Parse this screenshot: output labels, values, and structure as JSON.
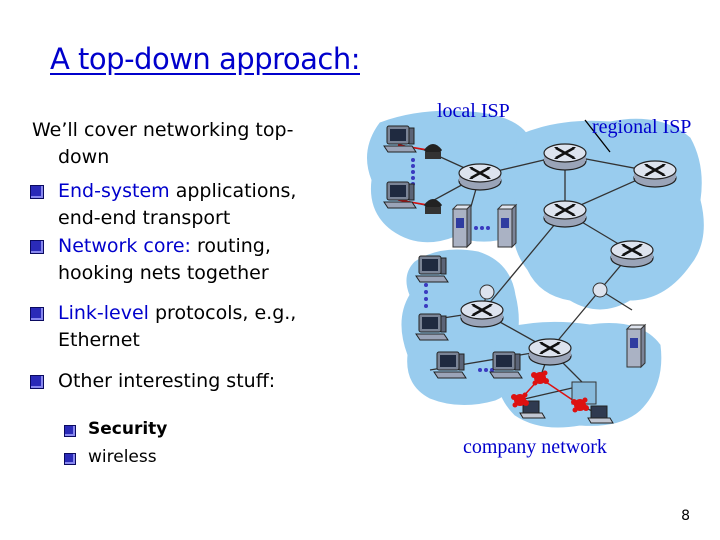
{
  "slide": {
    "title": "A top-down approach:",
    "intro_line1": "We’ll cover networking top-",
    "intro_line2": "down",
    "bullets": [
      {
        "highlight": "End-system",
        "rest": " applications,",
        "line2": "end-end transport"
      },
      {
        "highlight": "Network core:",
        "rest": " routing,",
        "line2": "hooking nets together"
      },
      {
        "highlight": "Link-level",
        "rest": " protocols, e.g.,",
        "line2": "Ethernet"
      },
      {
        "highlight": "",
        "rest": "Other interesting stuff:",
        "line2": ""
      }
    ],
    "sub_bullets": [
      "Security",
      "wireless"
    ],
    "page_number": "8"
  },
  "diagram": {
    "labels": {
      "local_isp": "local ISP",
      "regional_isp": "regional ISP",
      "company_network": "company network"
    },
    "colors": {
      "cloud_fill": "#99ccee",
      "router_fill": "#dde3ee",
      "link_color": "#333333",
      "red_device": "#dd1111",
      "label_color": "#0000cc"
    }
  }
}
